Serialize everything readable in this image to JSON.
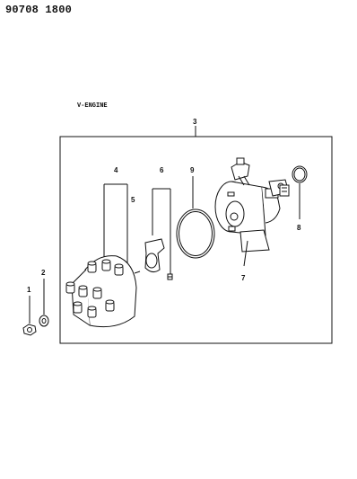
{
  "header": {
    "part_number": "90708 1800"
  },
  "subtitle": "V-ENGINE",
  "callouts": [
    "1",
    "2",
    "3",
    "4",
    "5",
    "6",
    "7",
    "8",
    "9"
  ]
}
